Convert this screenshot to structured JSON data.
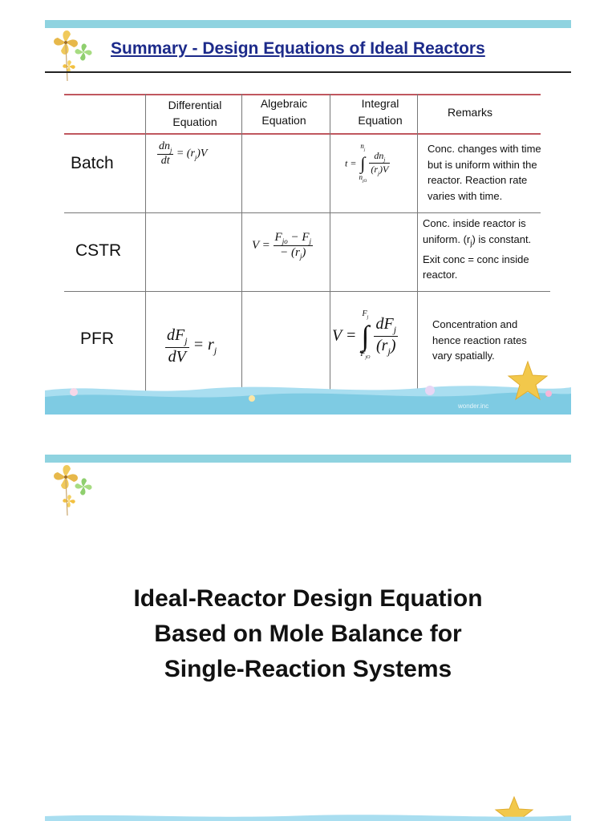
{
  "slide1": {
    "title": "Summary - Design Equations of Ideal Reactors",
    "headers": {
      "differential": [
        "Differential",
        "Equation"
      ],
      "algebraic": [
        "Algebraic",
        "Equation"
      ],
      "integral": [
        "Integral",
        "Equation"
      ],
      "remarks": "Remarks"
    },
    "rows": [
      {
        "label": "Batch",
        "differential": {
          "num": "dn",
          "num_sub": "j",
          "den": "dt",
          "rhs": "= (r",
          "rhs_sub": "j",
          "rhs_end": ")V"
        },
        "integral": {
          "lhs": "t =",
          "upper": "n",
          "upper_sub": "j",
          "lower": "n",
          "lower_sub": "jO",
          "num": "dn",
          "num_sub": "j",
          "den": "(r",
          "den_sub": "j",
          "den_end": ")V"
        },
        "remarks": [
          "Conc. changes with time",
          "but is uniform within the",
          "reactor. Reaction rate",
          "varies with time."
        ]
      },
      {
        "label": "CSTR",
        "algebraic": {
          "lhs": "V =",
          "num": "F",
          "num_sub": "jo",
          "num_mid": " − F",
          "num_sub2": "j",
          "den": "− (r",
          "den_sub": "j",
          "den_end": ")"
        },
        "remarks": [
          "Conc. inside reactor is",
          "uniform. (r",
          "j",
          ") is constant.",
          "Exit conc = conc inside",
          "reactor."
        ]
      },
      {
        "label": "PFR",
        "differential": {
          "num": "dF",
          "num_sub": "j",
          "den": "dV",
          "rhs": "= r",
          "rhs_sub": "j"
        },
        "integral": {
          "lhs": "V =",
          "upper": "F",
          "upper_sub": "j",
          "lower": "F",
          "lower_sub": "jO",
          "num": "dF",
          "num_sub": "j",
          "den": "(r",
          "den_sub": "j",
          "den_end": ")"
        },
        "remarks": [
          "Concentration and",
          "hence reaction rates",
          "vary spatially."
        ]
      }
    ],
    "watermark": "wonder.inc"
  },
  "slide2": {
    "title_lines": [
      "Ideal-Reactor Design Equation",
      "Based on Mole Balance for",
      "Single-Reaction Systems"
    ]
  },
  "colors": {
    "title_blue": "#1c2a8a",
    "table_red": "#c0575f",
    "band_blue": "#8fd3e0",
    "starfish": "#f2c84b"
  }
}
